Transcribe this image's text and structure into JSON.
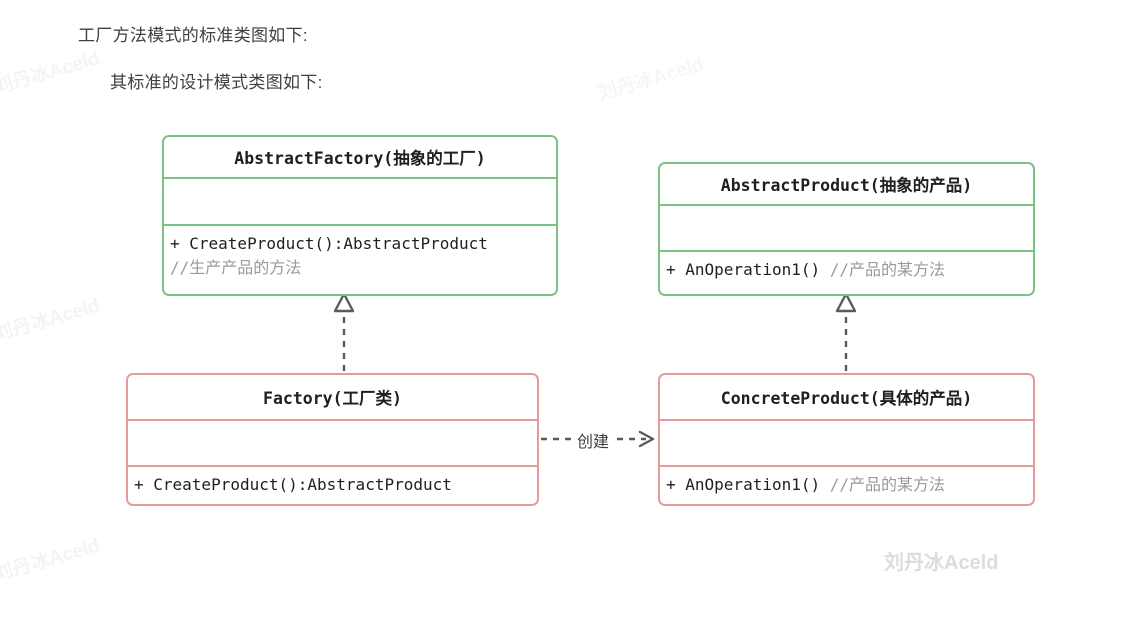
{
  "prose": {
    "line_1": "工厂方法模式的标准类图如下:",
    "line_2": "其标准的设计模式类图如下:"
  },
  "colors": {
    "abstract_border": "#7cc285",
    "concrete_border": "#e79a9a",
    "connector": "#5a5a5a",
    "text": "#1f1f1f",
    "comment": "#9a9a9a",
    "background": "#ffffff"
  },
  "diagram": {
    "type": "uml-class-diagram",
    "classes": [
      {
        "id": "abstract-factory",
        "name": "AbstractFactory(抽象的工厂)",
        "stereotype": "abstract",
        "border_color": "#7cc285",
        "attributes": [],
        "operations": [
          {
            "signature": "+ CreateProduct():AbstractProduct",
            "comment": ""
          },
          {
            "signature": "",
            "comment": "//生产产品的方法"
          }
        ]
      },
      {
        "id": "abstract-product",
        "name": "AbstractProduct(抽象的产品)",
        "stereotype": "abstract",
        "border_color": "#7cc285",
        "attributes": [],
        "operations": [
          {
            "signature": "+ AnOperation1()",
            "comment": "//产品的某方法"
          }
        ]
      },
      {
        "id": "factory",
        "name": "Factory(工厂类)",
        "stereotype": "concrete",
        "border_color": "#e79a9a",
        "attributes": [],
        "operations": [
          {
            "signature": "+ CreateProduct():AbstractProduct",
            "comment": ""
          }
        ]
      },
      {
        "id": "concrete-product",
        "name": "ConcreteProduct(具体的产品)",
        "stereotype": "concrete",
        "border_color": "#e79a9a",
        "attributes": [],
        "operations": [
          {
            "signature": "+ AnOperation1()",
            "comment": "//产品的某方法"
          }
        ]
      }
    ],
    "relations": [
      {
        "id": "factory-realizes-abstract-factory",
        "from": "factory",
        "to": "abstract-factory",
        "kind": "realization",
        "line": "dashed",
        "arrowhead": "hollow-triangle",
        "label": ""
      },
      {
        "id": "concrete-product-realizes-abstract-product",
        "from": "concrete-product",
        "to": "abstract-product",
        "kind": "realization",
        "line": "dashed",
        "arrowhead": "hollow-triangle",
        "label": ""
      },
      {
        "id": "factory-creates-concrete-product",
        "from": "factory",
        "to": "concrete-product",
        "kind": "dependency",
        "line": "dashed",
        "arrowhead": "open-arrow",
        "label": "创建"
      }
    ]
  },
  "watermarks": {
    "text": "刘丹冰Aceld"
  }
}
